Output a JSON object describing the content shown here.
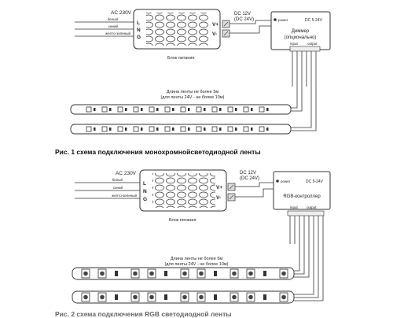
{
  "diagram1": {
    "ac_label": "AC 230V",
    "wire_white": "белый",
    "wire_blue": "синий",
    "wire_green": "желто-зеленый",
    "term_l": "L",
    "term_n": "N",
    "term_g": "G",
    "term_vplus": "V+",
    "term_vminus": "V-",
    "dc_label_1": "DC 12V",
    "dc_label_2": "(DC 24V)",
    "psu_label": "Блок питания",
    "ctrl_power": "power",
    "ctrl_range": "DC 5-24V",
    "ctrl_name_1": "Диммер",
    "ctrl_name_2": "(опционально)",
    "ctrl_input": "input",
    "ctrl_output": "output",
    "note_1": "Длина ленты не более 5м",
    "note_2": "(для ленты 24V - не более 10м)",
    "caption": "Рис. 1 схема подключения монохромнойсветодиодной ленты"
  },
  "diagram2": {
    "ac_label": "AC 230V",
    "wire_white": "белый",
    "wire_blue": "синий",
    "wire_green": "желто-зеленый",
    "term_l": "L",
    "term_n": "N",
    "term_g": "G",
    "term_vplus": "V+",
    "term_vminus": "V-",
    "dc_label_1": "DC 12V",
    "dc_label_2": "(DC 24V)",
    "psu_label": "Блок питания",
    "ctrl_power": "power",
    "ctrl_range": "DC 5-24V",
    "ctrl_name": "RGB-контроллер",
    "ctrl_input": "input",
    "ctrl_output": "output",
    "note_1": "Длина ленты не более 5м",
    "note_2": "(для ленты 24V - не более 10м)",
    "caption": "Рис. 2 схема подключения RGB светодиодной ленты"
  }
}
